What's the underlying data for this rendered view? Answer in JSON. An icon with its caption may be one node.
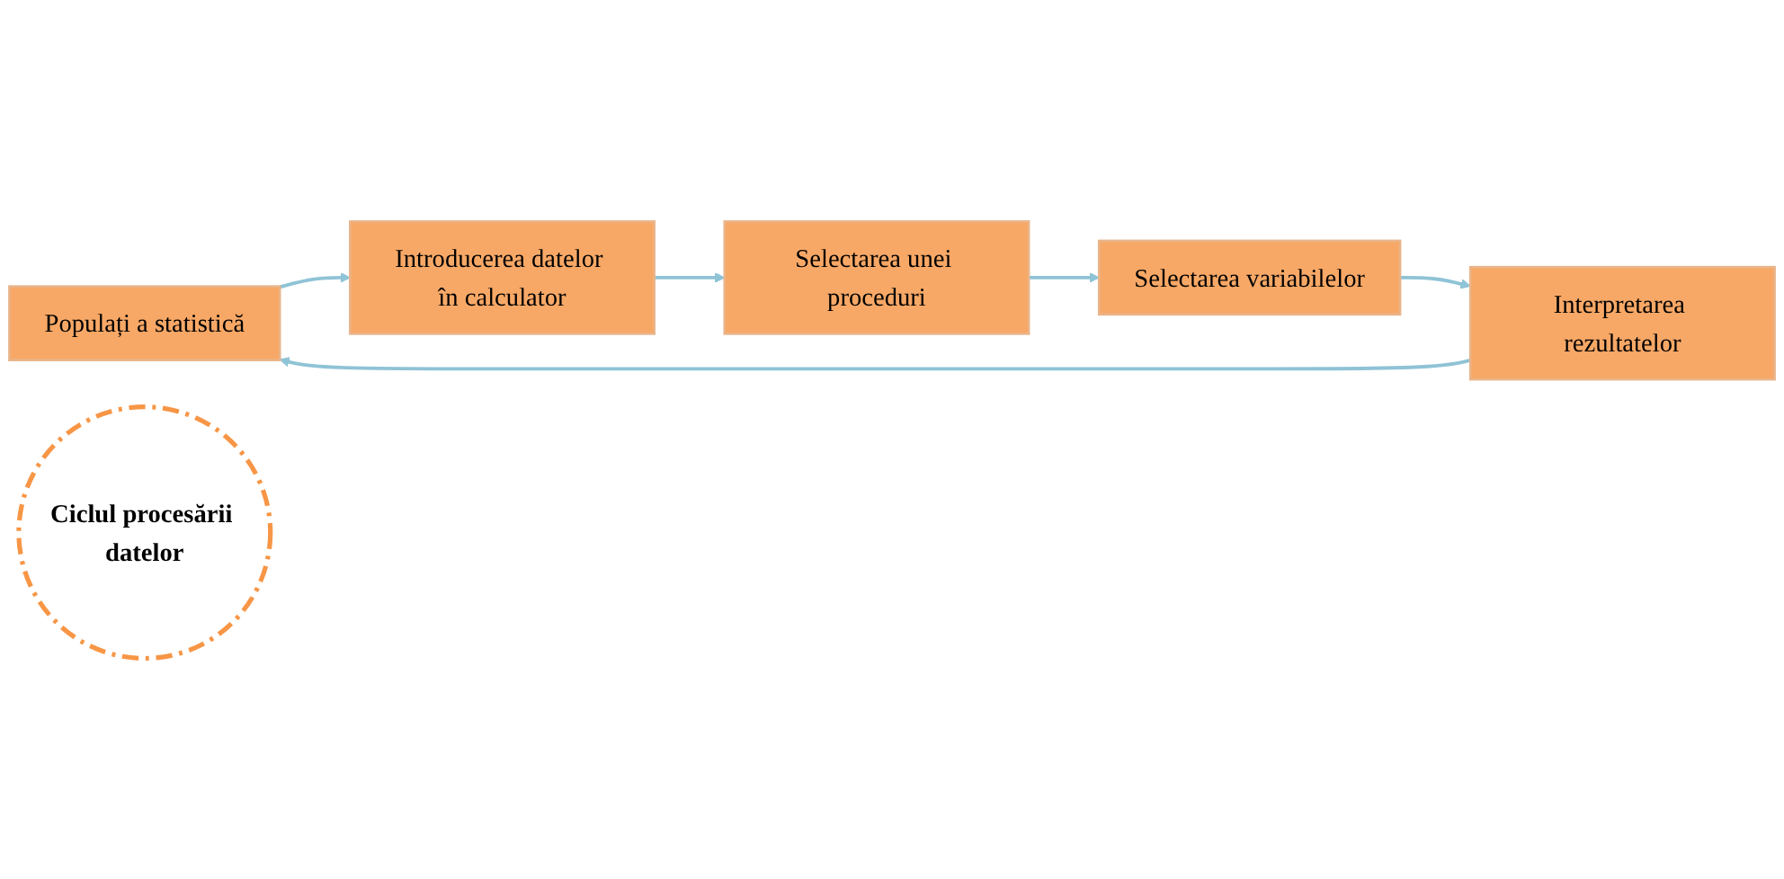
{
  "diagram": {
    "nodes": [
      {
        "text": [
          "Populați a statistică"
        ]
      },
      {
        "text": [
          "Interpretarea rezultatelor"
        ]
      },
      {
        "text": [
          "Introducerea datelor în calculator"
        ]
      },
      {
        "text": [
          "Ciclul procesării datelor"
        ]
      },
      {
        "text": [
          "Selectarea variabilelor"
        ]
      },
      {
        "text": [
          "Selectarea unei proceduri"
        ]
      }
    ],
    "edges": [
      {
        "from": 0,
        "to": 2,
        "arrow": "to"
      },
      {
        "from": 2,
        "to": 5,
        "arrow": "to"
      },
      {
        "from": 5,
        "to": 4,
        "arrow": "to"
      },
      {
        "from": 4,
        "to": 1,
        "arrow": "to"
      },
      {
        "from": 1,
        "to": 0,
        "arrow": "to"
      }
    ]
  }
}
